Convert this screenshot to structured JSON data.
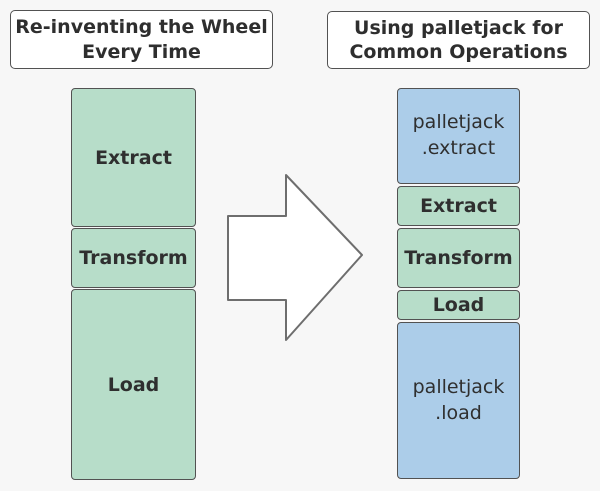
{
  "canvas": {
    "background_color": "#f7f7f7"
  },
  "colors": {
    "green_block": "#b7ddc9",
    "blue_block": "#accde9",
    "block_border": "#525252",
    "text": "#2f2f2f",
    "header_background": "#ffffff",
    "arrow_fill": "#ffffff",
    "arrow_outline": "#6e6e6e"
  },
  "left_column": {
    "title": "Re-inventing the Wheel\nEvery Time",
    "blocks": [
      {
        "label": "Extract",
        "color": "green"
      },
      {
        "label": "Transform",
        "color": "green"
      },
      {
        "label": "Load",
        "color": "green"
      }
    ]
  },
  "arrow": {
    "direction": "right"
  },
  "right_column": {
    "title": "Using palletjack for\nCommon Operations",
    "blocks": [
      {
        "label": "palletjack\n.extract",
        "color": "blue"
      },
      {
        "label": "Extract",
        "color": "green"
      },
      {
        "label": "Transform",
        "color": "green"
      },
      {
        "label": "Load",
        "color": "green"
      },
      {
        "label": "palletjack\n.load",
        "color": "blue"
      }
    ]
  }
}
